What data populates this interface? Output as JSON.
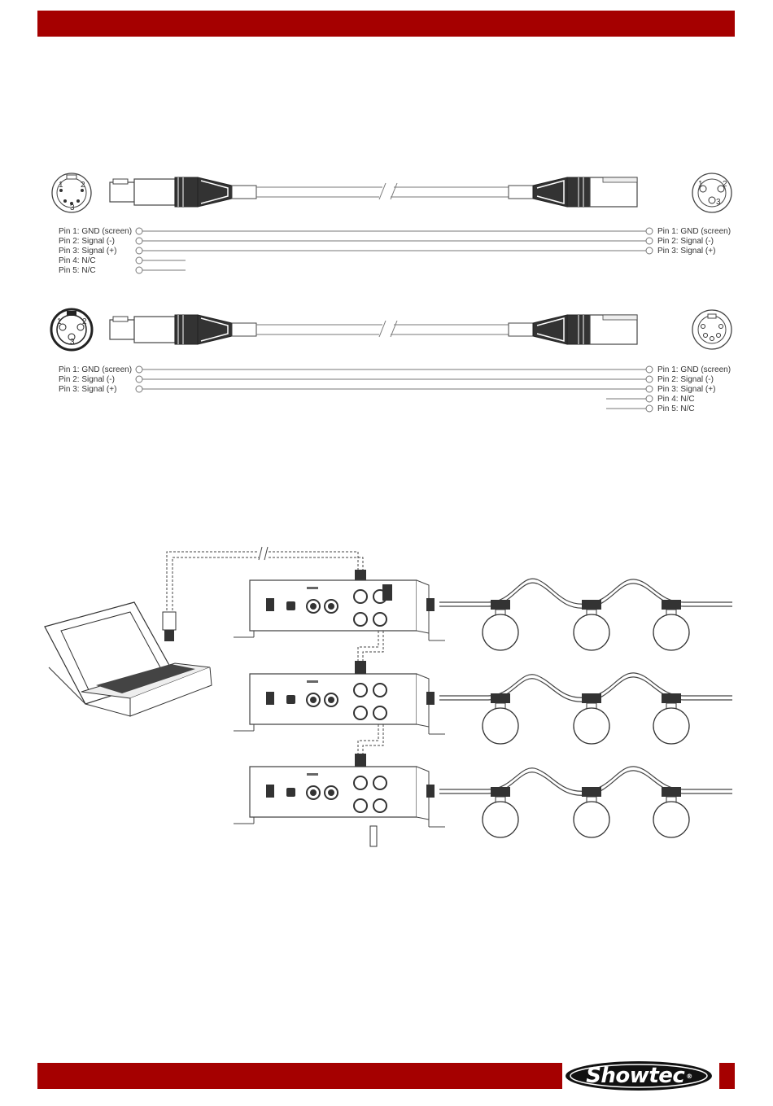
{
  "cable_5to3": {
    "left_pins": [
      "Pin 1: GND (screen)",
      "Pin 2: Signal (-)",
      "Pin 3: Signal (+)",
      "Pin 4: N/C",
      "Pin 5: N/C"
    ],
    "right_pins": [
      "Pin 1: GND (screen)",
      "Pin 2: Signal (-)",
      "Pin 3: Signal (+)"
    ],
    "left_face_numbers": [
      "1",
      "2",
      "3"
    ],
    "right_face_numbers": [
      "1",
      "2",
      "3"
    ]
  },
  "cable_3to5": {
    "left_pins": [
      "Pin 1: GND (screen)",
      "Pin 2: Signal (-)",
      "Pin 3: Signal (+)"
    ],
    "right_pins": [
      "Pin 1: GND (screen)",
      "Pin 2: Signal (-)",
      "Pin 3: Signal (+)",
      "Pin 4: N/C",
      "Pin 5: N/C"
    ],
    "left_face_numbers": [
      "1",
      "2",
      "3"
    ]
  },
  "footer": {
    "logo_text": "Show",
    "logo_text_2": "tec",
    "logo_mark": "®",
    "bar_color": "#a50000"
  }
}
